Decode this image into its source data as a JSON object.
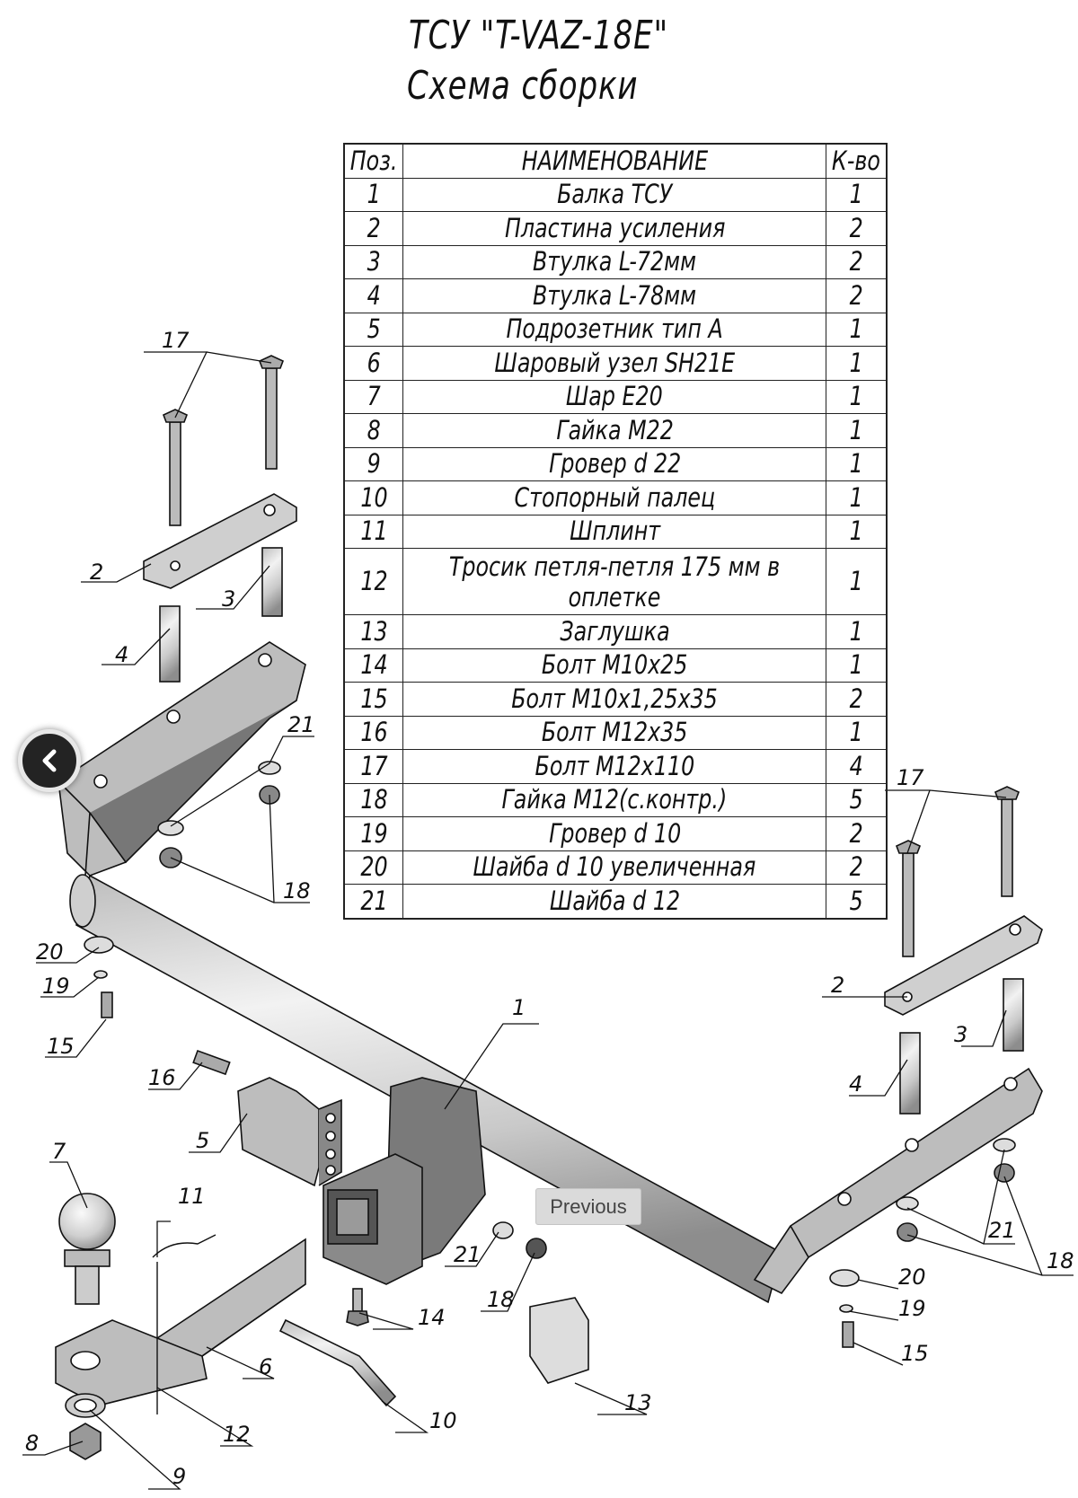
{
  "title": {
    "line1": "ТСУ \"T-VAZ-18E\"",
    "line2": "Схема сборки"
  },
  "table": {
    "headers": [
      "Поз.",
      "НАИМЕНОВАНИЕ",
      "К-во"
    ],
    "rows": [
      {
        "pos": "1",
        "name": "Балка ТСУ",
        "qty": "1"
      },
      {
        "pos": "2",
        "name": "Пластина усиления",
        "qty": "2"
      },
      {
        "pos": "3",
        "name": "Втулка L-72мм",
        "qty": "2"
      },
      {
        "pos": "4",
        "name": "Втулка L-78мм",
        "qty": "2"
      },
      {
        "pos": "5",
        "name": "Подрозетник тип А",
        "qty": "1"
      },
      {
        "pos": "6",
        "name": "Шаровый узел SH21E",
        "qty": "1"
      },
      {
        "pos": "7",
        "name": "Шар E20",
        "qty": "1"
      },
      {
        "pos": "8",
        "name": "Гайка М22",
        "qty": "1"
      },
      {
        "pos": "9",
        "name": "Гровер d 22",
        "qty": "1"
      },
      {
        "pos": "10",
        "name": "Стопорный палец",
        "qty": "1"
      },
      {
        "pos": "11",
        "name": "Шплинт",
        "qty": "1"
      },
      {
        "pos": "12",
        "name": "Тросик петля-петля 175 мм в оплетке",
        "qty": "1"
      },
      {
        "pos": "13",
        "name": "Заглушка",
        "qty": "1"
      },
      {
        "pos": "14",
        "name": "Болт М10х25",
        "qty": "1"
      },
      {
        "pos": "15",
        "name": "Болт М10х1,25х35",
        "qty": "2"
      },
      {
        "pos": "16",
        "name": "Болт М12х35",
        "qty": "1"
      },
      {
        "pos": "17",
        "name": "Болт М12х110",
        "qty": "4"
      },
      {
        "pos": "18",
        "name": "Гайка М12(с.контр.)",
        "qty": "5"
      },
      {
        "pos": "19",
        "name": "Гровер d 10",
        "qty": "2"
      },
      {
        "pos": "20",
        "name": "Шайба d 10 увеличенная",
        "qty": "2"
      },
      {
        "pos": "21",
        "name": "Шайба d 12",
        "qty": "5"
      }
    ]
  },
  "callouts": {
    "c1": "1",
    "c2L": "2",
    "c2R": "2",
    "c3L": "3",
    "c3R": "3",
    "c4L": "4",
    "c4R": "4",
    "c5": "5",
    "c6": "6",
    "c7": "7",
    "c8": "8",
    "c9": "9",
    "c10": "10",
    "c11": "11",
    "c12": "12",
    "c13": "13",
    "c14": "14",
    "c15L": "15",
    "c15R": "15",
    "c16": "16",
    "c17L": "17",
    "c17R": "17",
    "c18L": "18",
    "c18M": "18",
    "c18R": "18",
    "c19L": "19",
    "c19R": "19",
    "c20L": "20",
    "c20R": "20",
    "c21L": "21",
    "c21M": "21",
    "c21R": "21"
  },
  "overlay": {
    "back_icon": "chevron-left-icon",
    "previous_tooltip": "Previous"
  },
  "colors": {
    "line": "#111111",
    "metal_light": "#d9d9d9",
    "metal_dark": "#6a6a6a",
    "back_button": "#232323",
    "tooltip_bg": "#dadada"
  }
}
